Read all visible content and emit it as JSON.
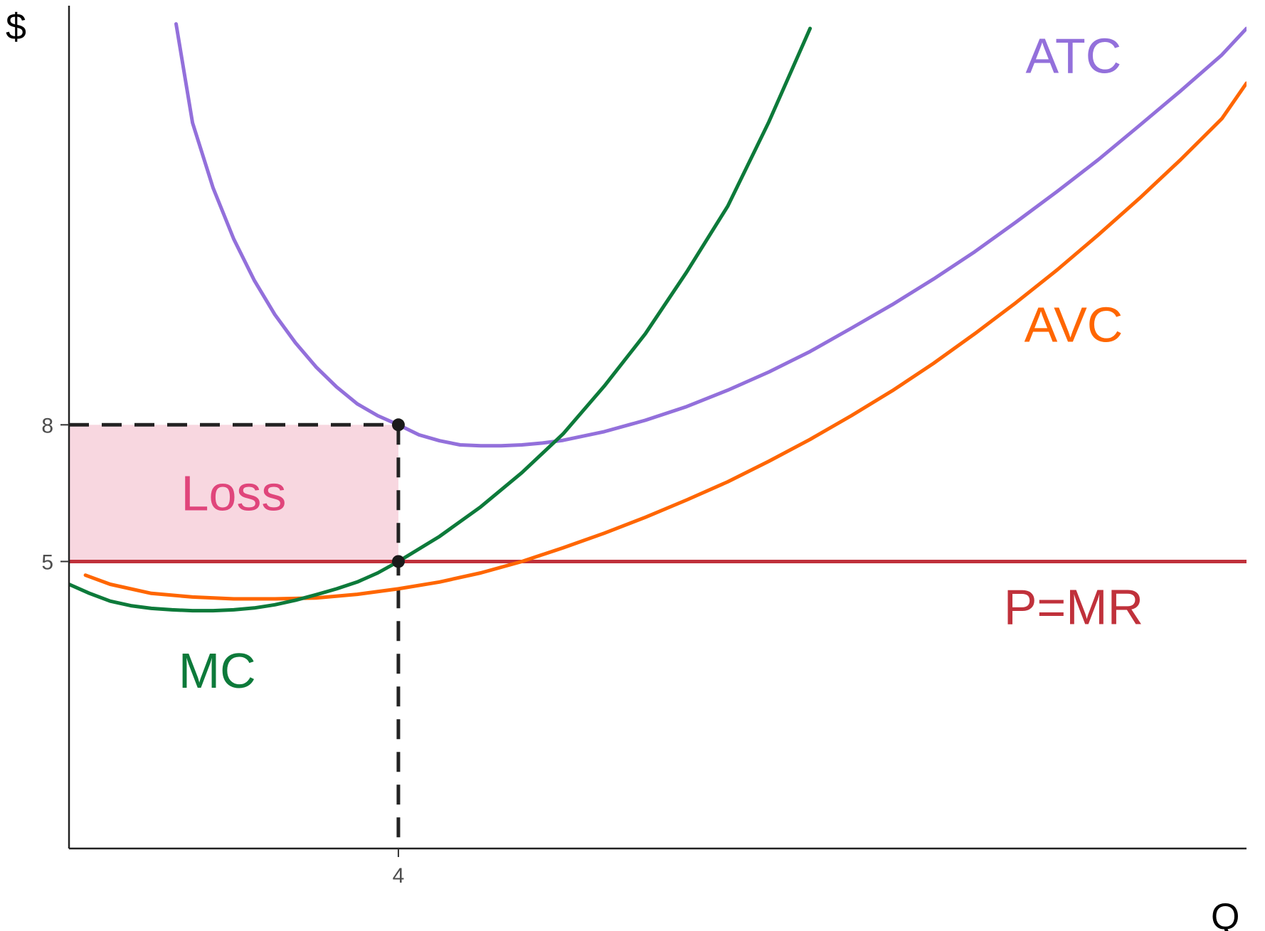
{
  "chart_data": {
    "type": "line",
    "title": "",
    "xlabel": "Q",
    "ylabel": "$",
    "xlim": [
      0,
      14.3
    ],
    "ylim": [
      -1.3,
      17.2
    ],
    "x_ticks": [
      4
    ],
    "y_ticks": [
      5,
      8
    ],
    "grid": false,
    "series": [
      {
        "name": "ATC",
        "color": "#9370DB",
        "x": [
          1.3,
          1.5,
          1.75,
          2.0,
          2.25,
          2.5,
          2.75,
          3.0,
          3.25,
          3.5,
          3.75,
          4.0,
          4.25,
          4.5,
          4.75,
          5.0,
          5.25,
          5.5,
          5.75,
          6.0,
          6.5,
          7.0,
          7.5,
          8.0,
          8.5,
          9.0,
          9.5,
          10.0,
          10.5,
          11.0,
          11.5,
          12.0,
          12.5,
          13.0,
          13.5,
          14.0,
          14.3
        ],
        "y": [
          16.8,
          14.63,
          13.2,
          12.08,
          11.17,
          10.42,
          9.8,
          9.27,
          8.83,
          8.46,
          8.2,
          8.0,
          7.78,
          7.65,
          7.56,
          7.54,
          7.54,
          7.56,
          7.6,
          7.66,
          7.85,
          8.1,
          8.4,
          8.76,
          9.16,
          9.61,
          10.12,
          10.64,
          11.2,
          11.8,
          12.45,
          13.12,
          13.82,
          14.57,
          15.33,
          16.12,
          16.7
        ]
      },
      {
        "name": "AVC",
        "color": "#FF6600",
        "x": [
          0.2,
          0.5,
          1.0,
          1.5,
          2.0,
          2.5,
          3.0,
          3.5,
          4.0,
          4.5,
          5.0,
          5.5,
          6.0,
          6.5,
          7.0,
          7.5,
          8.0,
          8.5,
          9.0,
          9.5,
          10.0,
          10.5,
          11.0,
          11.5,
          12.0,
          12.5,
          13.0,
          13.5,
          14.0,
          14.3
        ],
        "y": [
          4.7,
          4.5,
          4.3,
          4.22,
          4.18,
          4.18,
          4.2,
          4.28,
          4.4,
          4.55,
          4.75,
          5.0,
          5.3,
          5.62,
          5.97,
          6.35,
          6.75,
          7.2,
          7.68,
          8.2,
          8.75,
          9.35,
          10.0,
          10.68,
          11.4,
          12.17,
          12.97,
          13.82,
          14.72,
          15.5
        ]
      },
      {
        "name": "MC",
        "color": "#0D7A3A",
        "x": [
          0.0,
          0.25,
          0.5,
          0.75,
          1.0,
          1.25,
          1.5,
          1.75,
          2.0,
          2.25,
          2.5,
          2.75,
          3.0,
          3.25,
          3.5,
          3.75,
          4.0,
          4.5,
          5.0,
          5.5,
          6.0,
          6.5,
          7.0,
          7.5,
          8.0,
          8.5,
          9.0
        ],
        "y": [
          4.5,
          4.3,
          4.13,
          4.03,
          3.97,
          3.94,
          3.92,
          3.92,
          3.94,
          3.98,
          4.05,
          4.15,
          4.27,
          4.4,
          4.55,
          4.75,
          5.0,
          5.55,
          6.2,
          6.95,
          7.8,
          8.85,
          10.0,
          11.35,
          12.8,
          14.65,
          16.7
        ]
      },
      {
        "name": "P=MR",
        "color": "#C0313B",
        "x": [
          0,
          14.3
        ],
        "y": [
          5,
          5
        ]
      }
    ],
    "shaded_region": {
      "label": "Loss",
      "x": [
        0,
        4
      ],
      "y": [
        5,
        8
      ],
      "fill": "#F8D7E0",
      "label_color": "#E0457B"
    },
    "guide_lines": [
      {
        "from": [
          0,
          8
        ],
        "to": [
          4,
          8
        ]
      },
      {
        "from": [
          4,
          8
        ],
        "to": [
          4,
          -1.3
        ]
      }
    ],
    "points": [
      {
        "x": 4,
        "y": 8
      },
      {
        "x": 4,
        "y": 5
      }
    ],
    "annotations": [
      {
        "text": "ATC",
        "series": "ATC",
        "color": "#9370DB",
        "x": 12.2,
        "y": 16.1
      },
      {
        "text": "AVC",
        "series": "AVC",
        "color": "#FF6600",
        "x": 12.2,
        "y": 10.2
      },
      {
        "text": "P=MR",
        "series": "P=MR",
        "color": "#C0313B",
        "x": 12.2,
        "y": 4.0
      },
      {
        "text": "MC",
        "series": "MC",
        "color": "#0D7A3A",
        "x": 1.8,
        "y": 2.6
      },
      {
        "text": "Loss",
        "series": "",
        "color": "#E0457B",
        "x": 2.0,
        "y": 6.5
      }
    ]
  }
}
